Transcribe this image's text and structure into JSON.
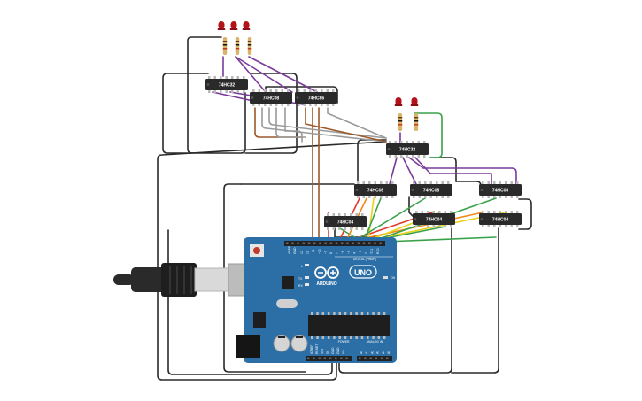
{
  "chips": [
    {
      "id": "c1",
      "label": "74HC32"
    },
    {
      "id": "c2",
      "label": "74HC08"
    },
    {
      "id": "c3",
      "label": "74HC86"
    },
    {
      "id": "c4",
      "label": "74HC32"
    },
    {
      "id": "c5",
      "label": "74HC08"
    },
    {
      "id": "c6",
      "label": "74HC08"
    },
    {
      "id": "c7",
      "label": "74HC08"
    },
    {
      "id": "c8",
      "label": "74HC04"
    },
    {
      "id": "c9",
      "label": "74HC04"
    },
    {
      "id": "c10",
      "label": "74HC04"
    }
  ],
  "arduino": {
    "brand": "ARDUINO",
    "model": "UNO",
    "digital_label": "DIGITAL (PWM~)",
    "power_label": "POWER",
    "analog_label": "ANALOG IN",
    "on_label": "ON",
    "aref": "AREF",
    "gnd": "GND",
    "tx": "TX",
    "rx": "RX",
    "l": "L",
    "ioref": "IOREF",
    "reset": "RESET",
    "v33": "3V3",
    "v5": "5V",
    "vin": "Vin",
    "digital_pins": [
      "13",
      "12",
      "~11",
      "~10",
      "~9",
      "8",
      "7",
      "~6",
      "~5",
      "4",
      "~3",
      "2",
      "TX1",
      "RX0"
    ],
    "analog_pins": [
      "A0",
      "A1",
      "A2",
      "A3",
      "A4",
      "A5"
    ]
  },
  "colors": {
    "board": "#2b6fa6",
    "chip": "#2a2a2a",
    "led": "#b3121a",
    "wire_black": "#2a2a2a",
    "wire_purple": "#7a3a9a",
    "wire_brown": "#9b5a2a",
    "wire_gray": "#9a9a9a",
    "wire_green": "#3aa24a",
    "wire_red": "#e23a2a",
    "wire_orange": "#ef8a1a",
    "wire_yellow": "#e8d21a"
  }
}
